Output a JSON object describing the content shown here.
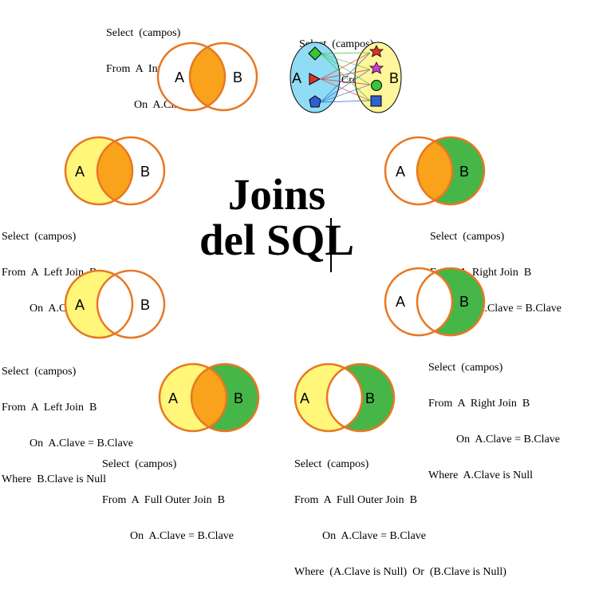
{
  "title": {
    "line1": "Joins",
    "line2": "del SQL"
  },
  "colors": {
    "outline": "#e87722",
    "yellow": "#fff67a",
    "orange": "#f9a21b",
    "green": "#46b648",
    "cross_a": "#8fdcf4",
    "cross_b": "#fff59b"
  },
  "joins": {
    "inner": {
      "label_a": "A",
      "label_b": "B",
      "l1": "Select  (campos)",
      "l2": "From  A  Inner Join  B",
      "l3": "          On  A.Clave = B.Clave"
    },
    "cross": {
      "label_a": "A",
      "label_b": "B",
      "l1": "Select  (campos)",
      "l2": "From  A  Cross Join  B",
      "shapes_a": [
        "diamond",
        "triangle",
        "pentagon"
      ],
      "shapes_b": [
        "star",
        "star",
        "circle",
        "square"
      ]
    },
    "left": {
      "label_a": "A",
      "label_b": "B",
      "l1": "Select  (campos)",
      "l2": "From  A  Left Join  B",
      "l3": "          On  A.Clave = B.Clave"
    },
    "right": {
      "label_a": "A",
      "label_b": "B",
      "l1": "Select  (campos)",
      "l2": "From  A  Right Join  B",
      "l3": "          On  A.Clave = B.Clave"
    },
    "left_excl": {
      "label_a": "A",
      "label_b": "B",
      "l1": "Select  (campos)",
      "l2": "From  A  Left Join  B",
      "l3": "          On  A.Clave = B.Clave",
      "l4": "Where  B.Clave is Null"
    },
    "right_excl": {
      "label_a": "A",
      "label_b": "B",
      "l1": "Select  (campos)",
      "l2": "From  A  Right Join  B",
      "l3": "          On  A.Clave = B.Clave",
      "l4": "Where  A.Clave is Null"
    },
    "full": {
      "label_a": "A",
      "label_b": "B",
      "l1": "Select  (campos)",
      "l2": "From  A  Full Outer Join  B",
      "l3": "          On  A.Clave = B.Clave"
    },
    "full_excl": {
      "label_a": "A",
      "label_b": "B",
      "l1": "Select  (campos)",
      "l2": "From  A  Full Outer Join  B",
      "l3": "          On  A.Clave = B.Clave",
      "l4": "Where  (A.Clave is Null)  Or  (B.Clave is Null)"
    }
  }
}
